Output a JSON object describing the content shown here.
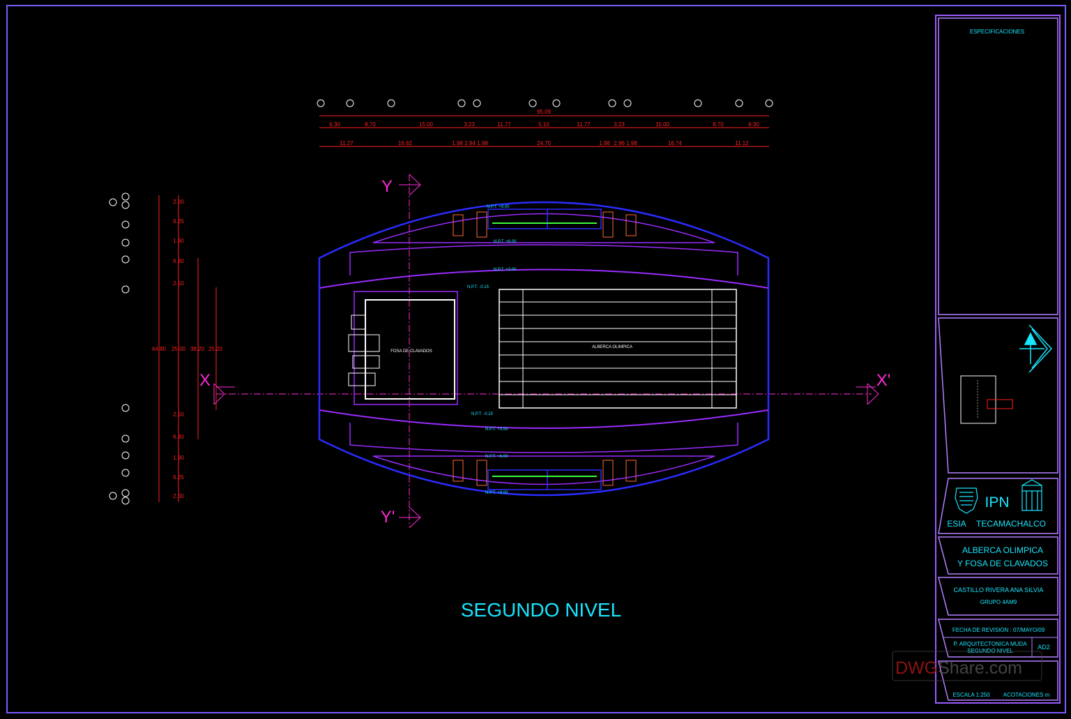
{
  "drawing": {
    "title": "SEGUNDO NIVEL",
    "axis_labels": {
      "y_top": "Y",
      "y_bottom": "Y'",
      "x_left": "X",
      "x_right": "X'"
    },
    "dims_top_total": "95.09",
    "dims_top_row1": [
      "6.30",
      "8.70",
      "15.00",
      "3.23",
      "11.77",
      "5.10",
      "11.77",
      "3.23",
      "15.00",
      "8.70",
      "6.30"
    ],
    "dims_top_row2": [
      "11.27",
      "16.62",
      "1.98",
      "2.94",
      "1.98",
      "24.70",
      "1.98",
      "2.96",
      "1.98",
      "16.74",
      "11.12"
    ],
    "dims_left_row1": [
      "2.00",
      "6.25",
      "1.90",
      "6.80",
      "2.50",
      "25.00",
      "2.50",
      "6.80",
      "1.90",
      "6.25",
      "2.00"
    ],
    "dims_left_totals": [
      "64.80",
      "38.20",
      "25.20"
    ],
    "levels": [
      "N.P.T. +9.00",
      "N.P.T. +6.00",
      "N.P.T. +3.00",
      "N.P.T. -0.15",
      "N.P.T. -0.15",
      "N.P.T. +3.00",
      "N.P.T. +6.00",
      "N.P.T. +9.00"
    ],
    "pool_label": "ALBERCA OLIMPICA",
    "diving_label": "FOSA DE CLAVADOS"
  },
  "title_block": {
    "specs_header": "ESPECIFICACIONES",
    "institution": "IPN",
    "school": "ESIA",
    "campus": "TECAMACHALCO",
    "project_line1": "ALBERCA OLIMPICA",
    "project_line2": "Y FOSA DE CLAVADOS",
    "author": "CASTILLO RIVERA ANA SILVIA",
    "group": "GRUPO 4AM9",
    "revision": "FECHA DE REVISION : 07/MAYO/09",
    "sheet_desc_line1": "P. ARQUITECTONICA MUDA",
    "sheet_desc_line2": "SEGUNDO NIVEL",
    "sheet_code": "AD2",
    "scale": "ESCALA 1:250",
    "units": "ACOTACIONES m"
  },
  "watermark": {
    "part1": "DWG",
    "part2": "Share.com"
  },
  "colors": {
    "frame": "#8a6cff",
    "magenta": "#ff2bd6",
    "cyan": "#19e6ff",
    "red": "#ff2020",
    "blue": "#2a2cff",
    "purple": "#9b2cff"
  }
}
